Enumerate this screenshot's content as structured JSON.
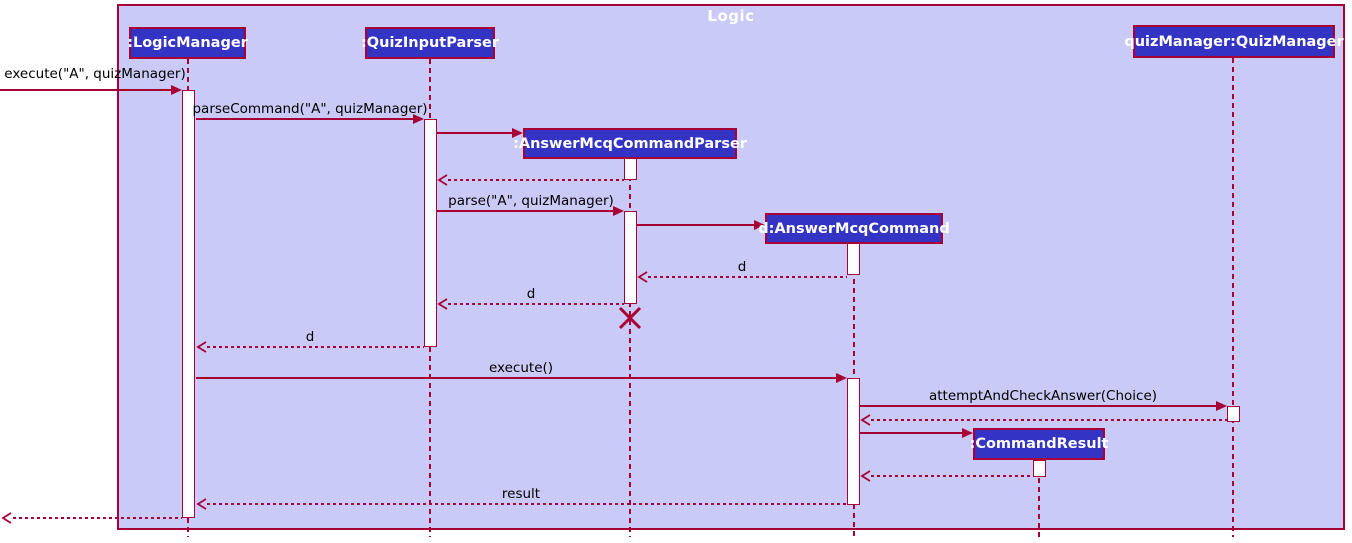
{
  "diagram": {
    "type": "uml-sequence-diagram",
    "title": "Logic"
  },
  "participants": [
    {
      "id": "logic-manager",
      "label": ":LogicManager"
    },
    {
      "id": "quiz-input-parser",
      "label": ":QuizInputParser"
    },
    {
      "id": "quiz-manager",
      "label": "quizManager:QuizManager"
    },
    {
      "id": "answer-mcq-command-parser",
      "label": ":AnswerMcqCommandParser",
      "created_in_sequence": true,
      "destroyed_in_sequence": true
    },
    {
      "id": "answer-mcq-command",
      "label": "d:AnswerMcqCommand",
      "created_in_sequence": true
    },
    {
      "id": "command-result",
      "label": ":CommandResult",
      "created_in_sequence": true
    }
  ],
  "messages": [
    {
      "label": "execute(\"A\", quizManager)",
      "from": "caller",
      "to": "logic-manager",
      "kind": "sync"
    },
    {
      "label": "parseCommand(\"A\", quizManager)",
      "from": "logic-manager",
      "to": "quiz-input-parser",
      "kind": "sync"
    },
    {
      "label": "",
      "from": "quiz-input-parser",
      "to": "answer-mcq-command-parser",
      "kind": "create"
    },
    {
      "label": "",
      "from": "answer-mcq-command-parser",
      "to": "quiz-input-parser",
      "kind": "return"
    },
    {
      "label": "parse(\"A\", quizManager)",
      "from": "quiz-input-parser",
      "to": "answer-mcq-command-parser",
      "kind": "sync"
    },
    {
      "label": "",
      "from": "answer-mcq-command-parser",
      "to": "answer-mcq-command",
      "kind": "create"
    },
    {
      "label": "d",
      "from": "answer-mcq-command",
      "to": "answer-mcq-command-parser",
      "kind": "return"
    },
    {
      "label": "d",
      "from": "answer-mcq-command-parser",
      "to": "quiz-input-parser",
      "kind": "return"
    },
    {
      "label": "d",
      "from": "quiz-input-parser",
      "to": "logic-manager",
      "kind": "return"
    },
    {
      "label": "execute()",
      "from": "logic-manager",
      "to": "answer-mcq-command",
      "kind": "sync"
    },
    {
      "label": "attemptAndCheckAnswer(Choice)",
      "from": "answer-mcq-command",
      "to": "quiz-manager",
      "kind": "sync"
    },
    {
      "label": "",
      "from": "quiz-manager",
      "to": "answer-mcq-command",
      "kind": "return"
    },
    {
      "label": "",
      "from": "answer-mcq-command",
      "to": "command-result",
      "kind": "create"
    },
    {
      "label": "",
      "from": "command-result",
      "to": "answer-mcq-command",
      "kind": "return"
    },
    {
      "label": "result",
      "from": "answer-mcq-command",
      "to": "logic-manager",
      "kind": "return"
    },
    {
      "label": "",
      "from": "logic-manager",
      "to": "caller",
      "kind": "return"
    }
  ],
  "colors": {
    "line_color": "#A80036",
    "frame_fill": "#C9CAF5",
    "participant_fill": "#3333C4",
    "participant_border": "#A80036",
    "participant_text": "#FFFFFF",
    "activation_fill": "#FFFFFF",
    "message_text": "#000000",
    "title_text": "#FFFFFF",
    "outside_background": "#FFFFFF"
  }
}
